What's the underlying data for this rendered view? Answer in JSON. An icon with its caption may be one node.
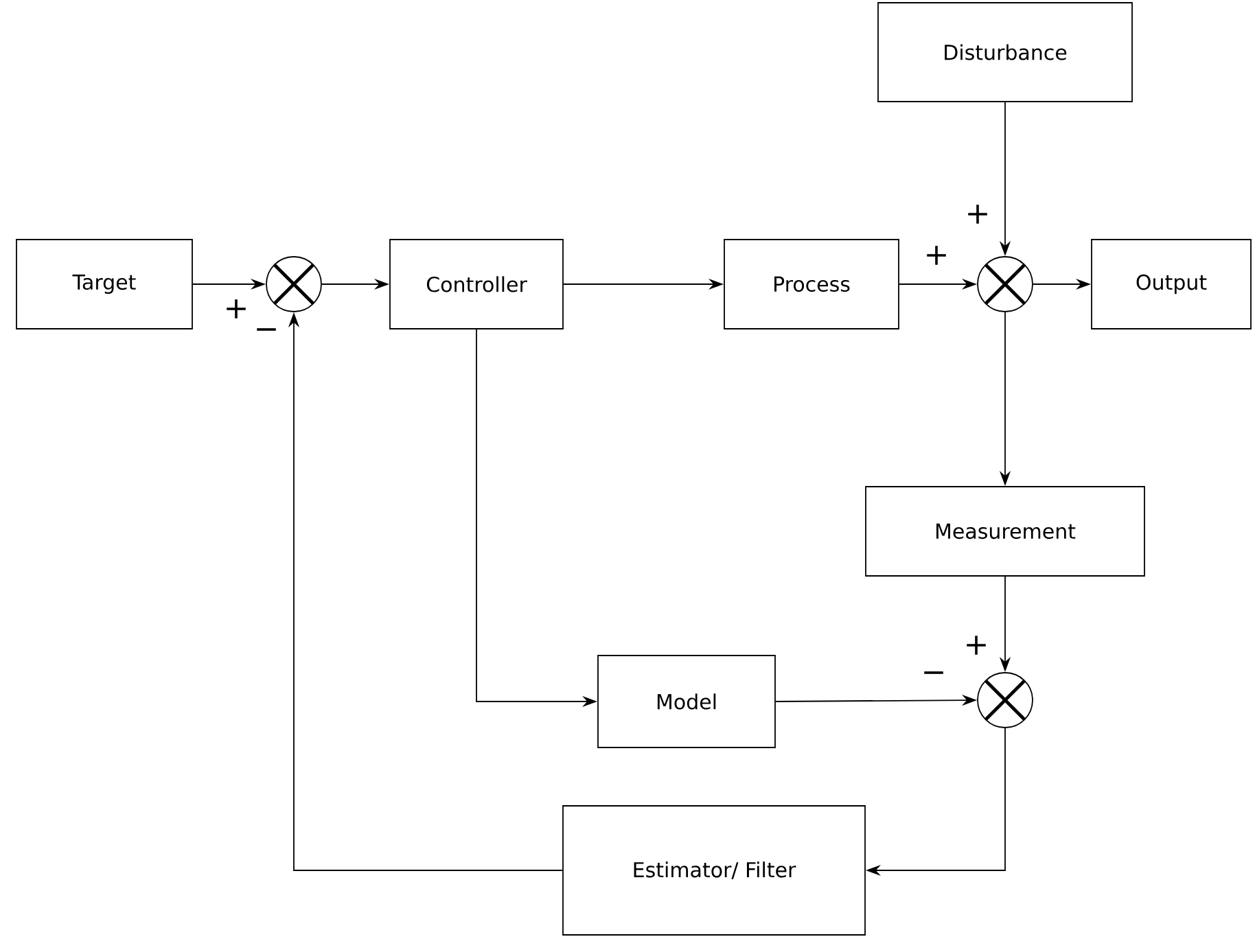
{
  "diagram": {
    "nodes": [
      {
        "text": [
          "Disturbance"
        ]
      },
      {
        "text": [
          "Target"
        ]
      },
      {
        "text": [],
        "shape": "circle"
      },
      {
        "text": [
          "Controller"
        ]
      },
      {
        "text": [
          "Process"
        ]
      },
      {
        "text": [],
        "shape": "circle"
      },
      {
        "text": [
          "Output"
        ]
      },
      {
        "text": [
          "Measurement"
        ]
      },
      {
        "text": [
          "Model"
        ]
      },
      {
        "text": [],
        "shape": "circle"
      },
      {
        "text": [
          "Estimator/ Filter"
        ]
      }
    ],
    "edges": [
      {
        "from": 1,
        "to": 2,
        "arrow": "to",
        "label": "+"
      },
      {
        "from": 2,
        "to": 3,
        "arrow": "to"
      },
      {
        "from": 3,
        "to": 4,
        "arrow": "to"
      },
      {
        "from": 4,
        "to": 5,
        "arrow": "to",
        "label": "+"
      },
      {
        "from": 0,
        "to": 5,
        "arrow": "to",
        "label": "+"
      },
      {
        "from": 5,
        "to": 6,
        "arrow": "to"
      },
      {
        "from": 5,
        "to": 7,
        "arrow": "to"
      },
      {
        "from": 3,
        "to": 8,
        "arrow": "to"
      },
      {
        "from": 8,
        "to": 9,
        "arrow": "to",
        "label": "−"
      },
      {
        "from": 7,
        "to": 9,
        "arrow": "to",
        "label": "+"
      },
      {
        "from": 9,
        "to": 10,
        "arrow": "to"
      },
      {
        "from": 10,
        "to": 2,
        "arrow": "to",
        "label": "−"
      }
    ]
  }
}
